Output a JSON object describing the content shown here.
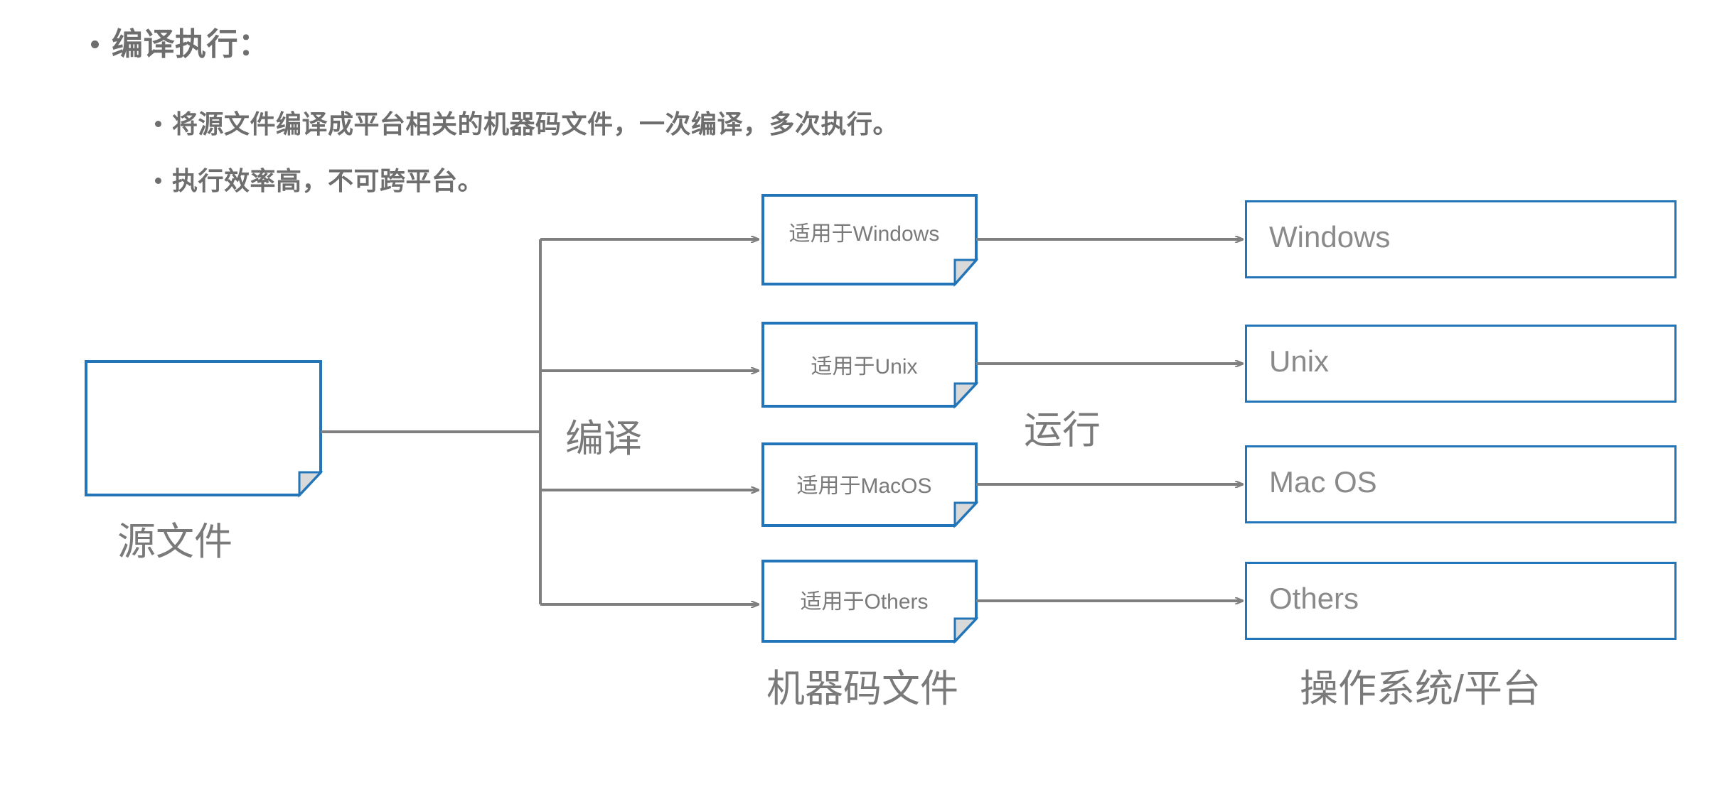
{
  "slide": {
    "heading": "编译执行：",
    "sub_bullets": [
      "将源文件编译成平台相关的机器码文件，一次编译，多次执行。",
      "执行效率高，不可跨平台。"
    ]
  },
  "diagram": {
    "source_box": {
      "label": "",
      "caption": "源文件"
    },
    "process_label_left": "编译",
    "process_label_right": "运行",
    "machine_code_boxes": [
      {
        "label": "适用于Windows"
      },
      {
        "label": "适用于Unix"
      },
      {
        "label": "适用于MacOS"
      },
      {
        "label": "适用于Others"
      }
    ],
    "platform_boxes": [
      {
        "label": "Windows"
      },
      {
        "label": "Unix"
      },
      {
        "label": "Mac OS"
      },
      {
        "label": "Others"
      }
    ],
    "column_caption_middle": "机器码文件",
    "column_caption_right": "操作系统/平台"
  },
  "colors": {
    "box_border_blue": "#2275B8",
    "connector_gray": "#7F7F7F",
    "text_gray": "#7A7A7A",
    "bullet_gray": "#6E6E6E"
  }
}
